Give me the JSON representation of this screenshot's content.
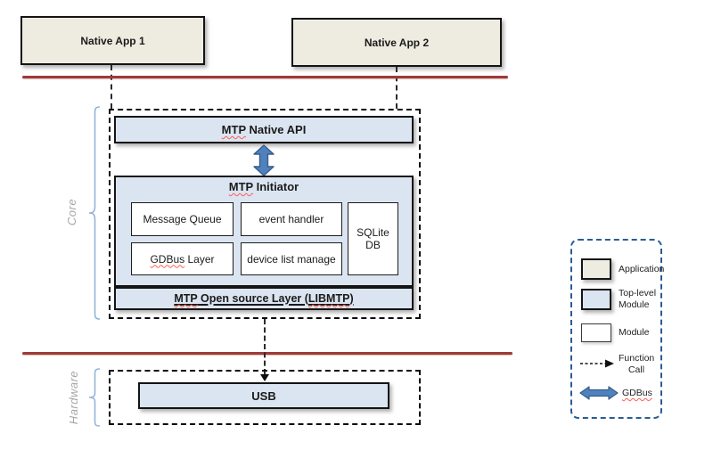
{
  "apps": {
    "app1": "Native App 1",
    "app2": "Native App 2"
  },
  "core": {
    "label": "Core",
    "native_api": {
      "mtp": "MTP",
      "rest": " Native API"
    },
    "initiator": {
      "mtp": "MTP",
      "rest": " Initiator",
      "message_queue": "Message Queue",
      "event_handler": "event handler",
      "gdbus": "GDBus",
      "gdbus_rest": " Layer",
      "device_list": "device list manage",
      "sqlite": "SQLite\nDB"
    },
    "libmtp": {
      "p1": "MTP",
      "p2": " Open source Layer (",
      "p3": "LIBMTP",
      "p4": ")"
    }
  },
  "hardware": {
    "label": "Hardware",
    "usb": "USB"
  },
  "legend": {
    "application": "Application",
    "top_level": "Top-level\nModule",
    "module": "Module",
    "function_call": "Function\nCall",
    "gdbus": "GDBus"
  },
  "colors": {
    "application_fill": "#eeece1",
    "top_level_fill": "#dbe5f1",
    "module_fill": "#ffffff",
    "gdbus_arrow": "#4f81bd",
    "separator_red": "#9e3a38",
    "legend_border": "#2a5b94",
    "bracket_blue": "#95b3d7",
    "section_label_gray": "#a6a6a6"
  }
}
